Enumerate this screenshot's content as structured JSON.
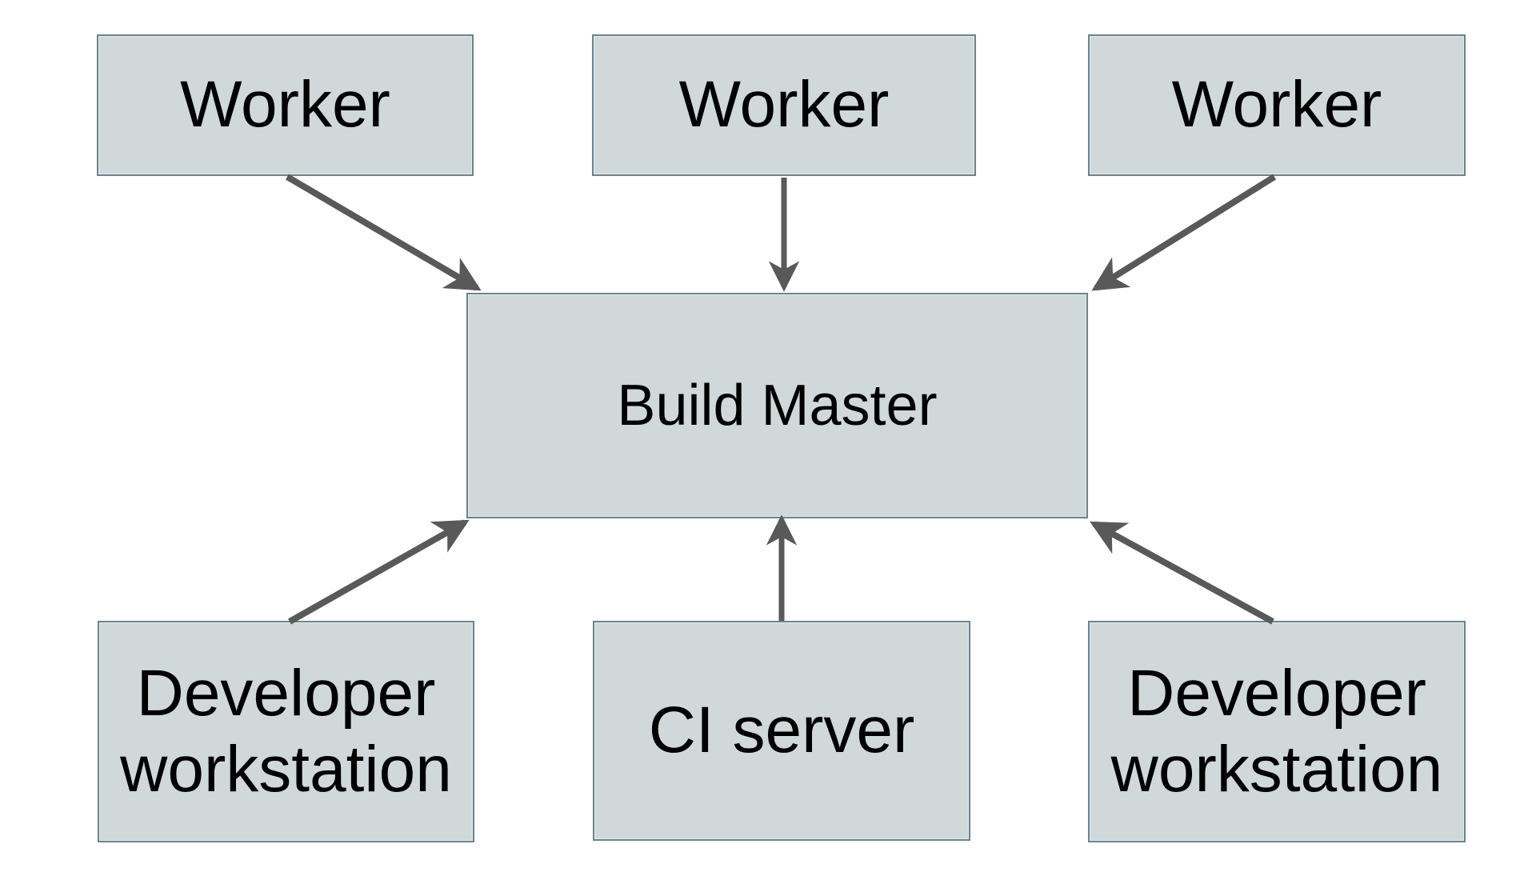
{
  "diagram": {
    "type": "flow-diagram",
    "nodes": {
      "worker_1": {
        "label": "Worker"
      },
      "worker_2": {
        "label": "Worker"
      },
      "worker_3": {
        "label": "Worker"
      },
      "build_master": {
        "label": "Build Master"
      },
      "dev_workstation_left": {
        "label": "Developer\nworkstation"
      },
      "ci_server": {
        "label": "CI server"
      },
      "dev_workstation_right": {
        "label": "Developer\nworkstation"
      }
    },
    "edges": [
      {
        "from": "worker_1",
        "to": "build_master"
      },
      {
        "from": "worker_2",
        "to": "build_master"
      },
      {
        "from": "worker_3",
        "to": "build_master"
      },
      {
        "from": "dev_workstation_left",
        "to": "build_master"
      },
      {
        "from": "ci_server",
        "to": "build_master"
      },
      {
        "from": "dev_workstation_right",
        "to": "build_master"
      }
    ],
    "colors": {
      "node-fill": "#d0d8da",
      "node-border": "#6e828c",
      "arrow": "#595959",
      "text": "#000000",
      "background": "#ffffff"
    }
  }
}
